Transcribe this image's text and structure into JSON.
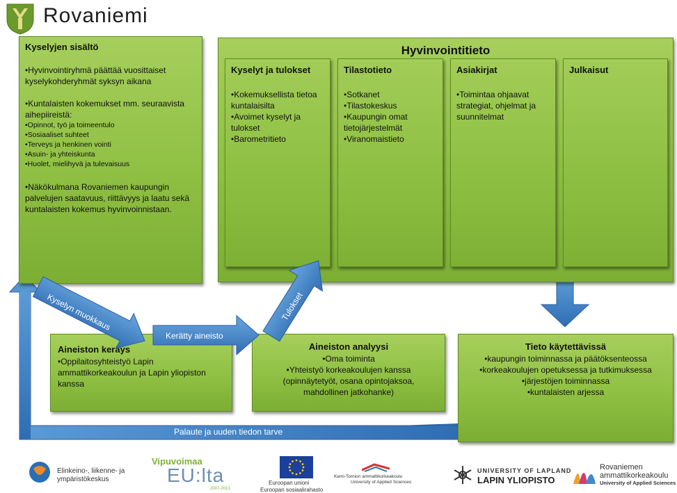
{
  "header": {
    "title": "Rovaniemi",
    "colors": {
      "green": "#6a9a2b",
      "blue": "#3d82c4"
    }
  },
  "kyselyjen": {
    "title": "Kyselyjen sisältö",
    "p1": "•Hyvinvointiryhmä päättää vuosittaiset kyselykohderyhmät syksyn aikana",
    "p2": "•Kuntalaisten kokemukset mm. seuraavista aihepiireistä:",
    "items": [
      "•Opinnot, työ ja toimeentulo",
      "•Sosiaaliset suhteet",
      "•Terveys ja henkinen vointi",
      "•Asuin- ja yhteiskunta",
      "•Huolet, mielihyvä ja tulevaisuus"
    ],
    "p3": "•Näkökulmana Rovaniemen kaupungin palvelujen saatavuus, riittävyys ja laatu sekä kuntalaisten kokemus hyvinvoinnistaan."
  },
  "hyvinvointi": {
    "title": "Hyvinvointitieto",
    "columns": [
      {
        "title": "Kyselyt ja tulokset",
        "items": [
          "•Kokemuksellista tietoa kuntalaisilta",
          "•Avoimet kyselyt ja tulokset",
          "•Barometritieto"
        ]
      },
      {
        "title": "Tilastotieto",
        "items": [
          "•Sotkanet",
          "•Tilastokeskus",
          "•Kaupungin omat tietojärjestelmät",
          "•Viranomaistieto"
        ]
      },
      {
        "title": "Asiakirjat",
        "items": [
          "•Toimintaa ohjaavat strategiat, ohjelmat ja suunnitelmat"
        ]
      },
      {
        "title": "Julkaisut",
        "items": []
      }
    ]
  },
  "keruu": {
    "title": "Aineiston keräys",
    "text": "•Oppilaitosyhteistyö Lapin ammattikorkeakoulun ja Lapin yliopiston kanssa"
  },
  "analyysi": {
    "title": "Aineiston analyysi",
    "lines": [
      "•Oma toiminta",
      "•Yhteistyö korkeakoulujen kanssa",
      "(opinnäytetyöt, osana opintojaksoa,",
      "mahdollinen jatkohanke)"
    ]
  },
  "tieto": {
    "title": "Tieto käytettävissä",
    "lines": [
      "•kaupungin toiminnassa ja päätöksenteossa",
      "•korkeakoulujen opetuksessa ja tutkimuksessa",
      "•järjestöjen toiminnassa",
      "•kuntalaisten arjessa"
    ]
  },
  "arrows": {
    "muokkaus": "Kyselyn muokkaus",
    "keratty": "Kerätty aineisto",
    "tulokset": "Tulokset",
    "palaute": "Palaute ja uuden tiedon tarve"
  },
  "footer": {
    "ely": "Elinkeino-, liikenne- ja ympäristökeskus",
    "vipu_top": "Vipuvoimaa",
    "vipu_main": "EU:lta",
    "vipu_years": "2007-2013",
    "eu_line1": "Euroopan unioni",
    "eu_line2": "Euroopan sosiaalirahasto",
    "kemi": "Kemi-Tornion ammattikorkeakoulu",
    "kemi2": "University of Applied Sciences",
    "lapland1": "UNIVERSITY OF LAPLAND",
    "lapland2": "LAPIN YLIOPISTO",
    "rovamk1": "Rovaniemen",
    "rovamk2": "ammattikorkeakoulu",
    "rovamk3": "University of Applied Sciences"
  }
}
